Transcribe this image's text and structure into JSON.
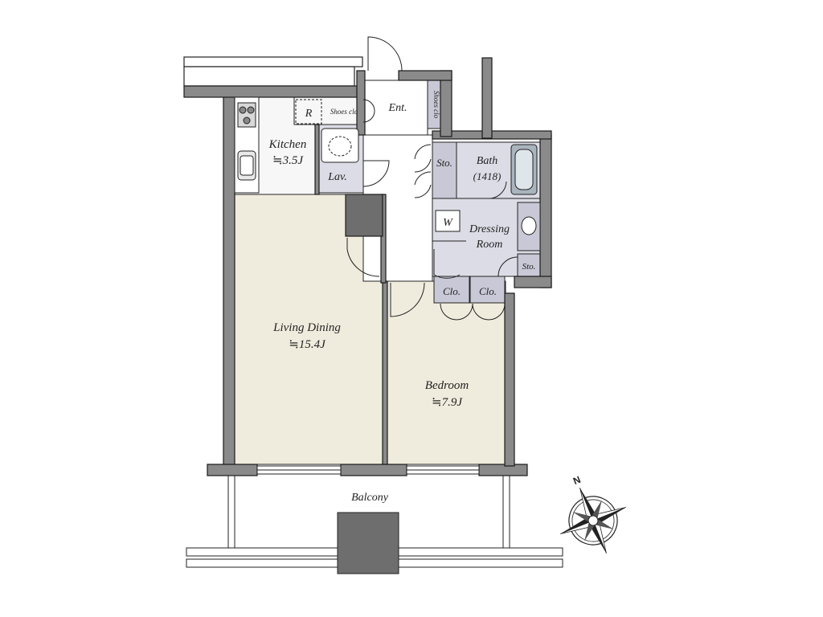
{
  "rooms": {
    "kitchen": {
      "name": "Kitchen",
      "area": "≒3.5J"
    },
    "living": {
      "name": "Living Dining",
      "area": "≒15.4J"
    },
    "bedroom": {
      "name": "Bedroom",
      "area": "≒7.9J"
    },
    "dressing": {
      "line1": "Dressing",
      "line2": "Room"
    },
    "bath": {
      "name": "Bath",
      "size": "(1418)"
    },
    "entrance": "Ent.",
    "lavatory": "Lav.",
    "shoes_closet_top": "Shoes clo",
    "shoes_closet_side": "Shoes clo",
    "storage_hall": "Sto.",
    "storage_dressing": "Sto.",
    "closet_1": "Clo.",
    "closet_2": "Clo.",
    "refrigerator": "R",
    "washer": "W",
    "balcony": "Balcony"
  },
  "compass": {
    "north_label": "N"
  },
  "colors": {
    "wall": "#8a8a8a",
    "wall_outline": "#1a1a1a",
    "floor_living": "#f0ecdd",
    "floor_wet": "#dcdce6",
    "floor_kitchen": "#f7f7f7",
    "closet_fill": "#c8c8d6"
  }
}
